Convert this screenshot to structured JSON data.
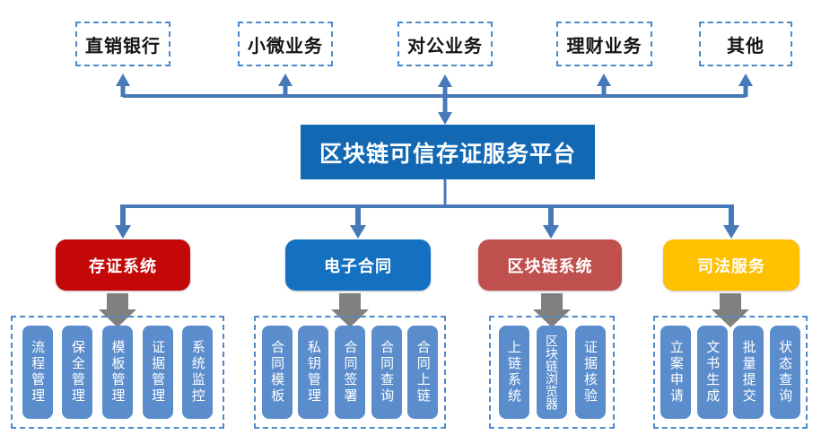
{
  "diagram": {
    "title_hint": "区块链可信存证服务平台架构图",
    "top_channels": [
      {
        "label": "直销银行"
      },
      {
        "label": "小微业务"
      },
      {
        "label": "对公业务"
      },
      {
        "label": "理财业务"
      },
      {
        "label": "其他"
      }
    ],
    "platform": {
      "label": "区块链可信存证服务平台"
    },
    "modules": [
      {
        "label": "存证系统",
        "color": "#c40808",
        "items": [
          "流程管理",
          "保全管理",
          "模板管理",
          "证据管理",
          "系统监控"
        ]
      },
      {
        "label": "电子合同",
        "color": "#1470c0",
        "items": [
          "合同模板",
          "私钥管理",
          "合同签署",
          "合同查询",
          "合同上链"
        ]
      },
      {
        "label": "区块链系统",
        "color": "#c0504d",
        "items": [
          "上链系统",
          "区块链浏览器",
          "证据核验"
        ]
      },
      {
        "label": "司法服务",
        "color": "#ffc000",
        "items": [
          "立案申请",
          "文书生成",
          "批量提交",
          "状态查询"
        ]
      }
    ],
    "colors": {
      "connector_blue": "#4679b8",
      "platform_blue": "#1268b3",
      "pill_blue": "#5b8dcc",
      "dashed_border_blue": "#4e8ac9",
      "block_arrow_gray": "#808080"
    }
  }
}
